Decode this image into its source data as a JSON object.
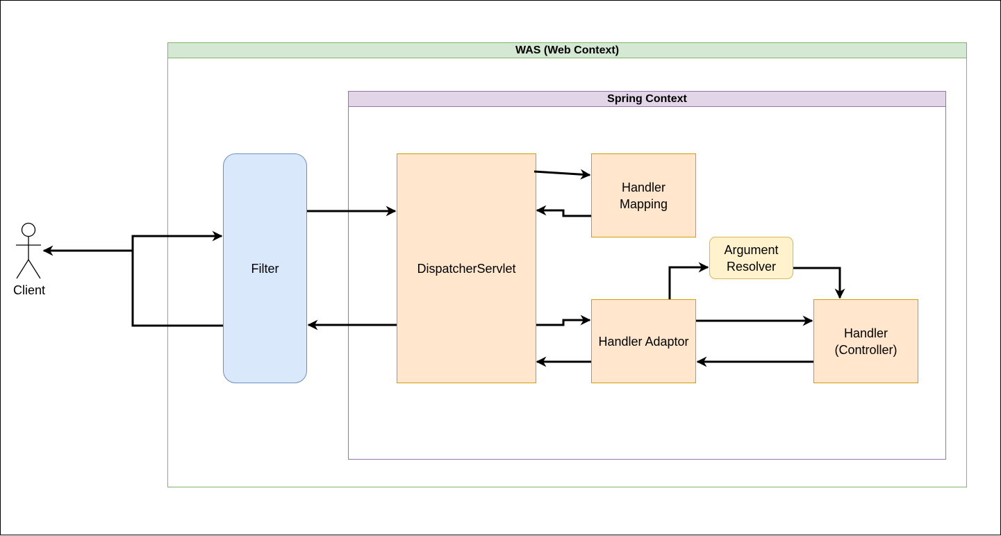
{
  "diagram": {
    "containers": {
      "was": {
        "title": "WAS (Web Context)",
        "header_color": "#d5e8d4",
        "border_color": "#82b366"
      },
      "spring": {
        "title": "Spring Context",
        "header_color": "#e1d5e7",
        "border_color": "#9673a6"
      }
    },
    "actor": {
      "label": "Client"
    },
    "nodes": {
      "filter": {
        "label": "Filter",
        "color": "#dae8fc"
      },
      "dispatcher": {
        "label": "DispatcherServlet",
        "color": "#ffe6cc"
      },
      "mapping": {
        "label": "Handler\nMapping",
        "color": "#ffe6cc"
      },
      "adaptor": {
        "label": "Handler Adaptor",
        "color": "#ffe6cc"
      },
      "resolver": {
        "label": "Argument\nResolver",
        "color": "#fff2cc"
      },
      "handler": {
        "label": "Handler\n(Controller)",
        "color": "#ffe6cc"
      }
    },
    "edges": [
      {
        "from": "client",
        "to": "filter"
      },
      {
        "from": "filter",
        "to": "dispatcher"
      },
      {
        "from": "dispatcher",
        "to": "mapping"
      },
      {
        "from": "mapping",
        "to": "dispatcher"
      },
      {
        "from": "dispatcher",
        "to": "adaptor"
      },
      {
        "from": "adaptor",
        "to": "resolver"
      },
      {
        "from": "resolver",
        "to": "handler"
      },
      {
        "from": "adaptor",
        "to": "handler"
      },
      {
        "from": "handler",
        "to": "adaptor"
      },
      {
        "from": "adaptor",
        "to": "dispatcher"
      },
      {
        "from": "dispatcher",
        "to": "filter"
      },
      {
        "from": "filter",
        "to": "client"
      }
    ]
  }
}
